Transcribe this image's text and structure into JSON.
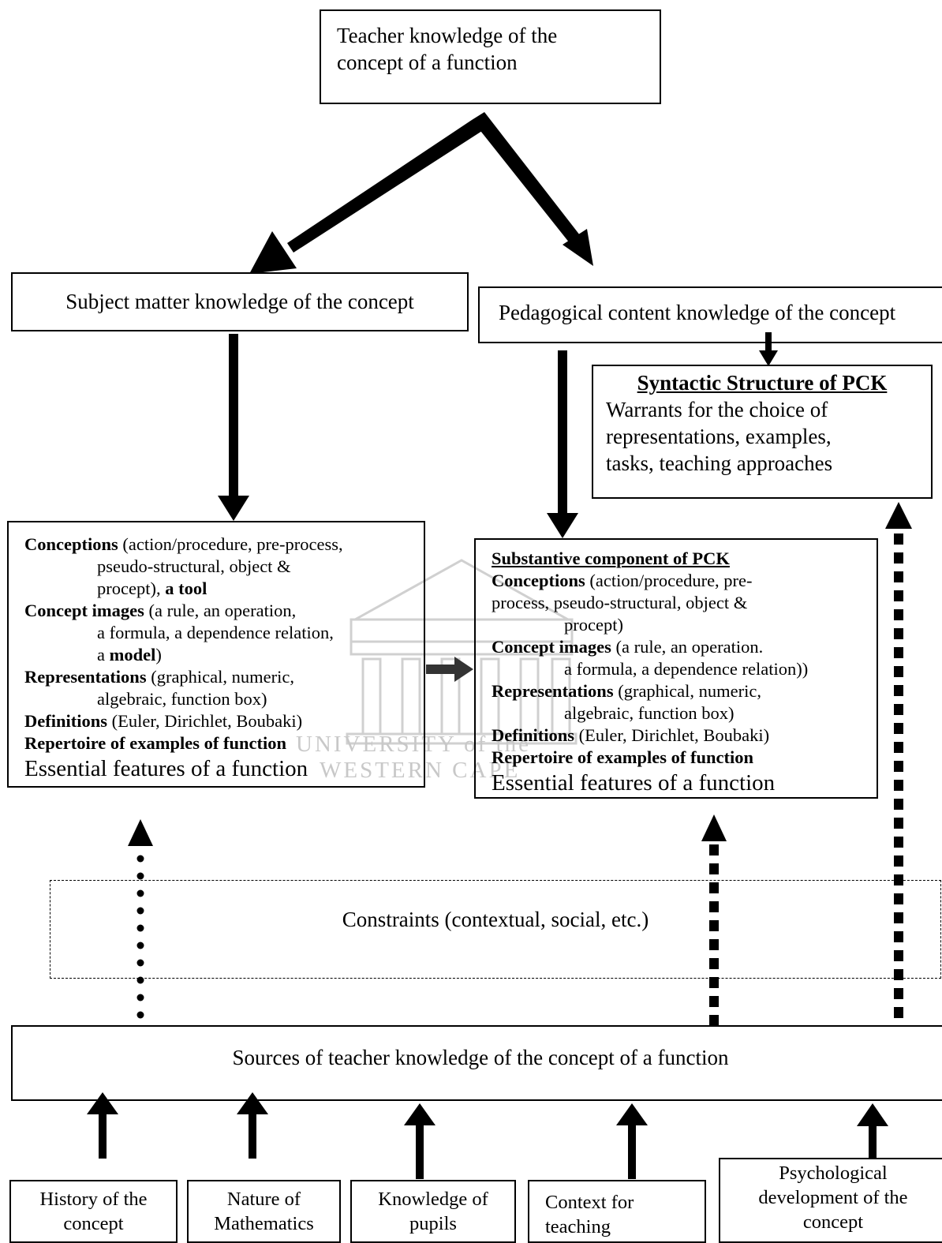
{
  "top": {
    "title_line1": "Teacher knowledge of the",
    "title_line2": "concept of a function"
  },
  "smk": {
    "label": "Subject matter knowledge of the concept"
  },
  "pck": {
    "label": "Pedagogical content knowledge of the concept"
  },
  "syntactic": {
    "heading": "Syntactic Structure of PCK",
    "lines": [
      "Warrants for the choice of",
      "representations, examples,",
      "tasks, teaching approaches"
    ]
  },
  "left_detail": {
    "conceptions_bold": "Conceptions",
    "conceptions_rest1": " (action/procedure, pre-process,",
    "conceptions_rest2": "pseudo-structural, object &",
    "conceptions_rest3": "procept), ",
    "conceptions_tool": "a tool",
    "images_bold": "Concept images",
    "images_rest1": " (a rule, an operation,",
    "images_rest2": "a formula, a dependence relation,",
    "images_rest3_pre": "a ",
    "images_model": "model",
    "images_rest3_post": ")",
    "repr_bold": "Representations",
    "repr_rest1": " (graphical, numeric,",
    "repr_rest2": "algebraic, function box)",
    "def_bold": "Definitions",
    "def_rest": " (Euler, Dirichlet, Boubaki)",
    "repertoire": "Repertoire of examples of function",
    "essential": "Essential features of a function"
  },
  "right_detail": {
    "heading": "Substantive component of PCK",
    "conceptions_bold": "Conceptions",
    "conceptions_rest1": " (action/procedure, pre-",
    "conceptions_rest2": "process, pseudo-structural, object &",
    "conceptions_rest3": "procept)",
    "images_bold": "Concept images",
    "images_rest1": " (a rule, an operation.",
    "images_rest2": "a formula, a dependence relation))",
    "repr_bold": "Representations",
    "repr_rest1": " (graphical, numeric,",
    "repr_rest2": "algebraic, function box)",
    "def_bold": "Definitions",
    "def_rest": " (Euler, Dirichlet, Boubaki)",
    "repertoire": "Repertoire of examples of function",
    "essential": "Essential features of a function"
  },
  "constraints": {
    "label": "Constraints (contextual, social, etc.)"
  },
  "sources": {
    "label": "Sources of teacher knowledge of the concept of a function"
  },
  "bottom": [
    {
      "line1": "History of the",
      "line2": "concept",
      "line3": ""
    },
    {
      "line1": "Nature of",
      "line2": "Mathematics",
      "line3": ""
    },
    {
      "line1": "Knowledge of",
      "line2": "pupils",
      "line3": ""
    },
    {
      "line1": "Context for",
      "line2": "teaching",
      "line3": ""
    },
    {
      "line1": "Psychological",
      "line2": "development of the",
      "line3": "concept"
    }
  ],
  "watermark": {
    "line1": "UNIVERSITY of the",
    "line2": "WESTERN CAPE"
  }
}
